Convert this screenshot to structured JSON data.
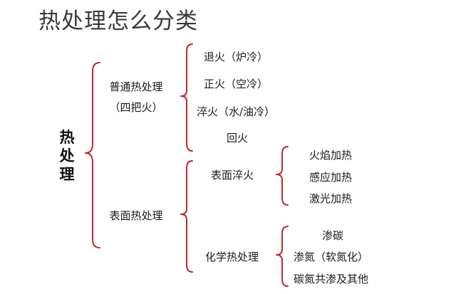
{
  "title": "热处理怎么分类",
  "root": {
    "chars": [
      "热",
      "处",
      "理"
    ]
  },
  "ordinary": {
    "label": "普通热处理",
    "sub": "（四把火）",
    "items": [
      "退火（炉冷）",
      "正火（空冷）",
      "淬火（水/油冷）",
      "回火"
    ]
  },
  "surface": {
    "label": "表面热处理",
    "quench": {
      "label": "表面淬火",
      "items": [
        "火焰加热",
        "感应加热",
        "激光加热"
      ]
    },
    "chemical": {
      "label": "化学热处理",
      "items": [
        "渗碳",
        "渗氮（软氮化）",
        "碳氮共渗及其他"
      ]
    }
  },
  "colors": {
    "brace": "#c0272d",
    "text": "#1a1a1a",
    "title": "#3a3a3a"
  }
}
